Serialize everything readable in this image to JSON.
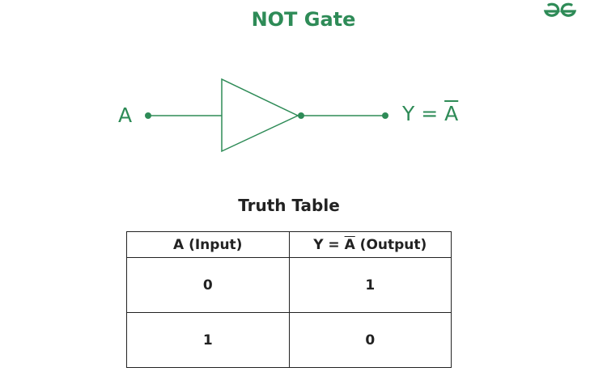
{
  "title": "NOT Gate",
  "logo": {
    "icon": "gfg-logo-icon",
    "color": "#2e8b57"
  },
  "diagram": {
    "input_label": "A",
    "output_label_prefix": "Y = ",
    "output_label_bar": "A",
    "line_color": "#2e8b57"
  },
  "truth_table": {
    "title": "Truth Table",
    "headers": {
      "input_prefix": "A (Input)",
      "output_prefix": "Y = ",
      "output_bar": "A",
      "output_suffix": " (Output)"
    },
    "rows": [
      {
        "input": "0",
        "output": "1"
      },
      {
        "input": "1",
        "output": "0"
      }
    ]
  }
}
